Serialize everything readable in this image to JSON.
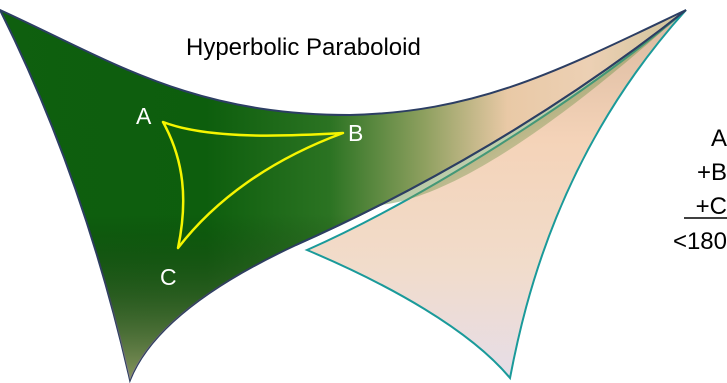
{
  "diagram": {
    "title": "Hyperbolic Paraboloid",
    "vertices": {
      "a": "A",
      "b": "B",
      "c": "C"
    },
    "angle_sum": {
      "line1": "A",
      "line2": "+B",
      "line3": "+C",
      "line4": "<180"
    }
  },
  "colors": {
    "surface_dark_green": "#0d5e0d",
    "surface_mid_green": "#4a8a2a",
    "surface_peach": "#f4d3b8",
    "surface_pale_lavender": "#eadfe6",
    "front_edge": "#2c3e63",
    "back_edge": "#1a9a9a",
    "triangle_stroke": "#f5f500",
    "label_text": "#ffffff",
    "title_text": "#000000"
  }
}
